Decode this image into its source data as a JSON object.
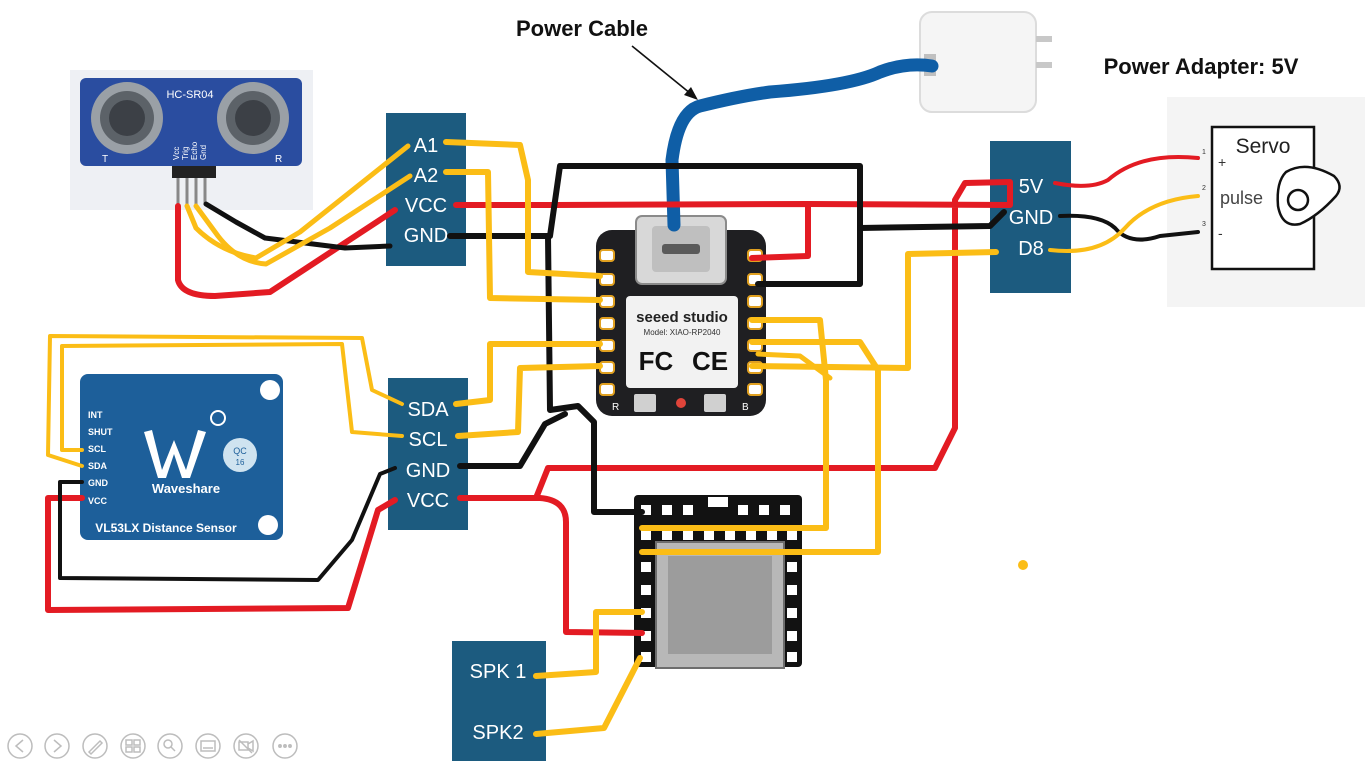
{
  "labels": {
    "power_cable": "Power Cable",
    "power_adapter": "Power Adapter: 5V"
  },
  "ultrasonic": {
    "model": "HC-SR04",
    "left_mark": "T",
    "right_mark": "R",
    "pins": [
      "Vcc",
      "Trig",
      "Echo",
      "Gnd"
    ]
  },
  "blocks": {
    "sonar_header": [
      "A1",
      "A2",
      "VCC",
      "GND"
    ],
    "i2c_header": [
      "SDA",
      "SCL",
      "GND",
      "VCC"
    ],
    "servo_header": [
      "5V",
      "GND",
      "D8"
    ],
    "speaker_header": [
      "SPK 1",
      "SPK2"
    ]
  },
  "tof_sensor": {
    "pins": [
      "INT",
      "SHUT",
      "SCL",
      "SDA",
      "GND",
      "VCC"
    ],
    "brand": "Waveshare",
    "name": "VL53LX Distance Sensor",
    "qc_line1": "QC",
    "qc_line2": "16"
  },
  "xiao": {
    "brand": "seeed studio",
    "model": "Model: XIAO-RP2040",
    "fc": "FC",
    "ce": "CE",
    "btn_r": "R",
    "btn_b": "B"
  },
  "servo": {
    "title": "Servo",
    "pulse": "pulse",
    "plus": "+",
    "minus": "-",
    "pin1": "1",
    "pin2": "2",
    "pin3": "3"
  },
  "nav_icons": [
    "prev-icon",
    "next-icon",
    "pen-icon",
    "slides-icon",
    "zoom-icon",
    "subtitles-icon",
    "camera-off-icon",
    "more-icon"
  ],
  "colors": {
    "red": "#e31b23",
    "black": "#111111",
    "yellow": "#fbbd16",
    "blue": "#0f5ea6",
    "block": "#1c5b7f"
  }
}
